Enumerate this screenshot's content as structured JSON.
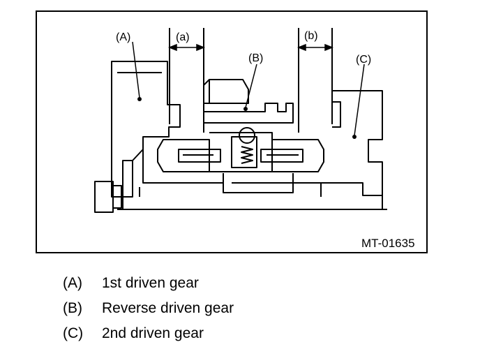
{
  "figure": {
    "code": "MT-01635",
    "callouts": {
      "a": "(A)",
      "b": "(B)",
      "c": "(C)",
      "dim_a": "(a)",
      "dim_b": "(b)"
    }
  },
  "legend": [
    {
      "key": "(A)",
      "text": "1st driven gear"
    },
    {
      "key": "(B)",
      "text": "Reverse driven gear"
    },
    {
      "key": "(C)",
      "text": "2nd driven gear"
    }
  ]
}
